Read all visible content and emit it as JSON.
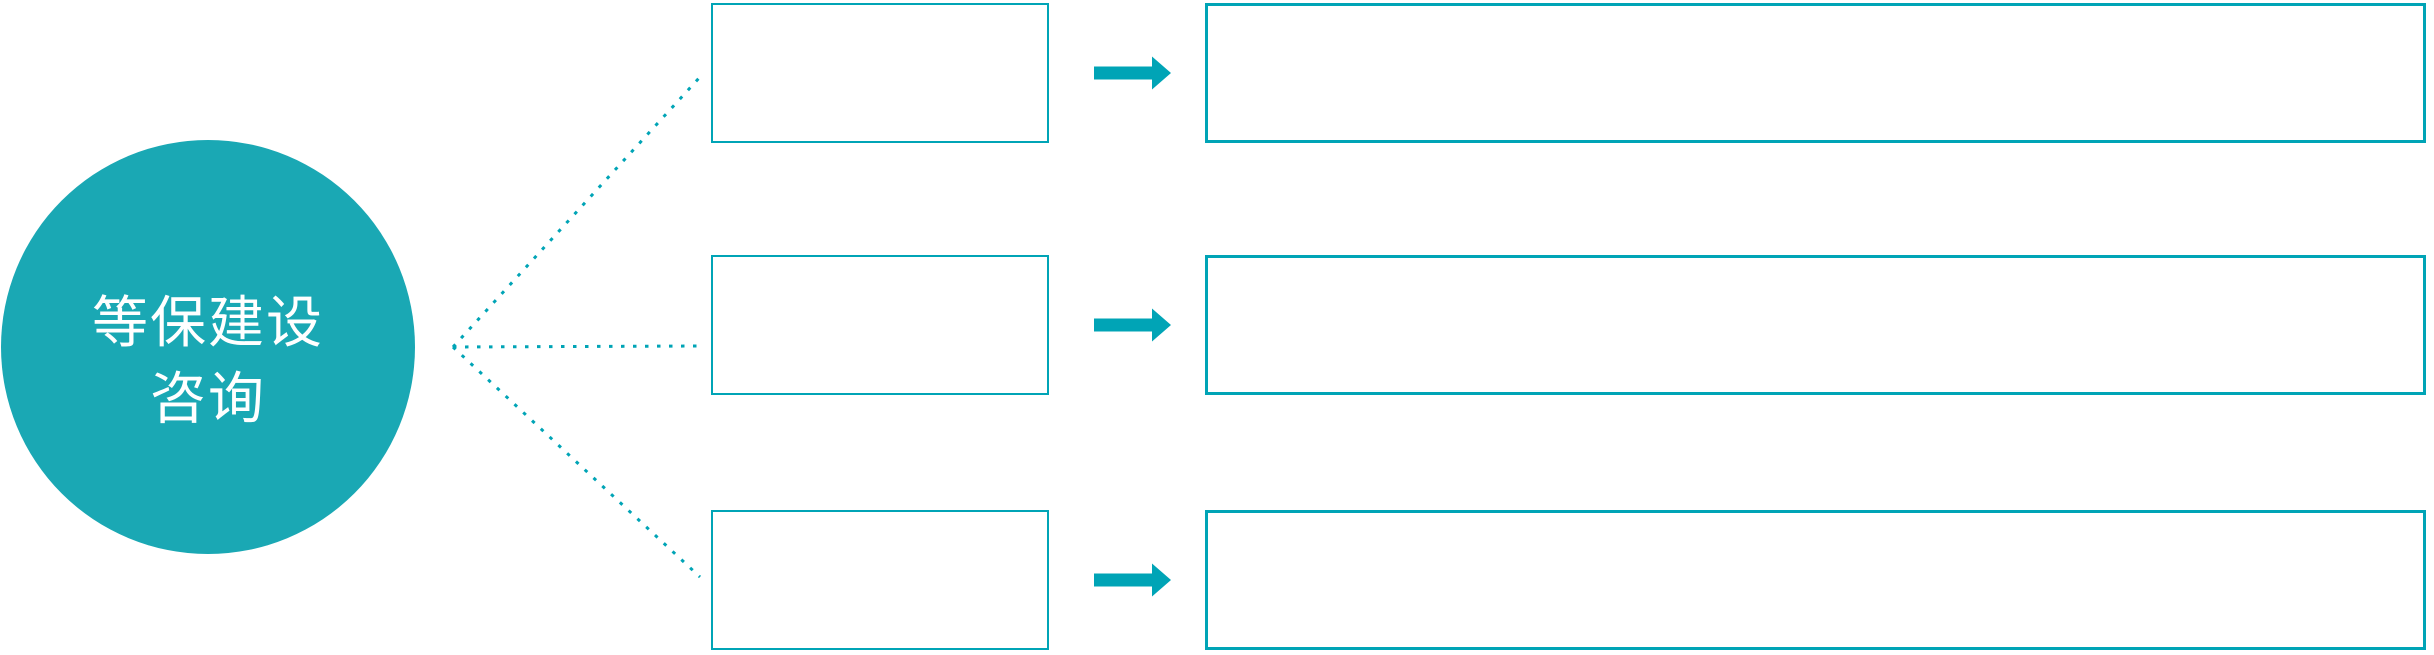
{
  "diagram": {
    "root": {
      "label_line1": "等保建设",
      "label_line2": "咨询"
    },
    "rows": [
      {
        "step_label": "",
        "detail_label": ""
      },
      {
        "step_label": "",
        "detail_label": ""
      },
      {
        "step_label": "",
        "detail_label": ""
      }
    ],
    "icons": {
      "connector": "dotted-line",
      "arrow": "right-block-arrow"
    },
    "colors": {
      "accent": "#00A4B6",
      "circle_fill": "#1AA8B4",
      "circle_text": "#FFFFFF",
      "box_fill": "#FFFFFF"
    }
  }
}
